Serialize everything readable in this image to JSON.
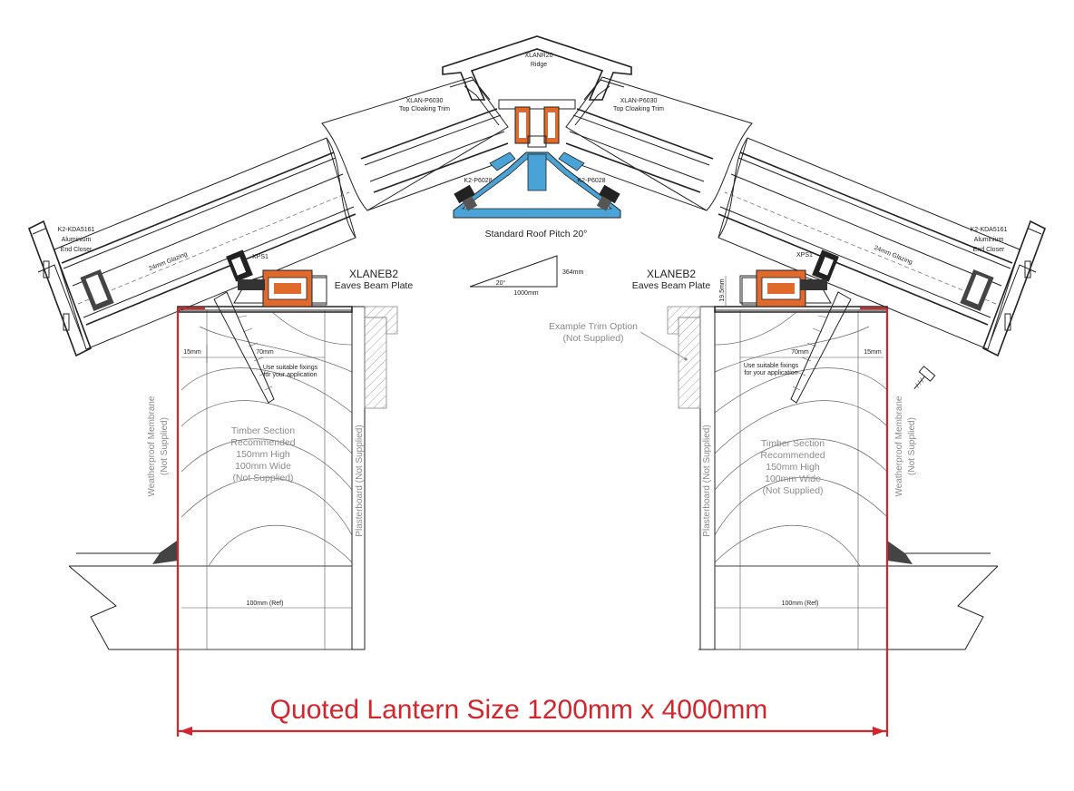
{
  "colors": {
    "dimension_red": "#d1262b",
    "thermal_break_orange": "#e06a2c",
    "gasket_blue": "#4aa3d6",
    "annotation_grey": "#8a8a8a",
    "line_dark": "#222222"
  },
  "ridge": {
    "code": "XLANR20",
    "name": "Ridge"
  },
  "cloaking_left": {
    "code": "XLAN-P6030",
    "name": "Top Cloaking Trim"
  },
  "cloaking_right": {
    "code": "XLAN-P6030",
    "name": "Top Cloaking Trim"
  },
  "clip_left": "K2-P6028",
  "clip_right": "K2-P6028",
  "pitch_label": "Standard Roof Pitch 20°",
  "pitch_triangle": {
    "angle": "20°",
    "rise": "364mm",
    "run": "1000mm"
  },
  "left": {
    "end_closer": [
      "K2-KDA5161",
      "Aluminium",
      "End Closer"
    ],
    "glazing": "24mm Glazing",
    "xps": "XPS1",
    "eaves": {
      "code": "XLANEB2",
      "name": "Eaves Beam Plate"
    },
    "dim_15": "15mm",
    "dim_70": "70mm",
    "fixings": [
      "Use suitable fixings",
      "for your application"
    ],
    "timber": [
      "Timber Section",
      "Recommended",
      "150mm High",
      "100mm Wide",
      "(Not Supplied)"
    ],
    "membrane": [
      "Weatherproof Membrane",
      "(Not Supplied)"
    ],
    "plasterboard": "Plasterboard (Not Supplied)",
    "ref": "100mm (Ref)"
  },
  "right": {
    "end_closer": [
      "K2-KDA5161",
      "Aluminium",
      "End Closer"
    ],
    "glazing": "24mm Glazing",
    "xps": "XPS1",
    "eaves": {
      "code": "XLANEB2",
      "name": "Eaves Beam Plate"
    },
    "dim_height": "19.5mm",
    "dim_70": "70mm",
    "dim_15": "15mm",
    "fixings": [
      "Use suitable fixings",
      "for your application"
    ],
    "timber": [
      "Timber Section",
      "Recommended",
      "150mm High",
      "100mm Wide",
      "(Not Supplied)"
    ],
    "membrane": [
      "Weatherproof Membrane",
      "(Not Supplied)"
    ],
    "plasterboard": "Plasterboard (Not Supplied)",
    "ref": "100mm (Ref)"
  },
  "trim_option": [
    "Example  Trim Option",
    "(Not Supplied)"
  ],
  "quoted_size": "Quoted Lantern Size 1200mm x 4000mm"
}
